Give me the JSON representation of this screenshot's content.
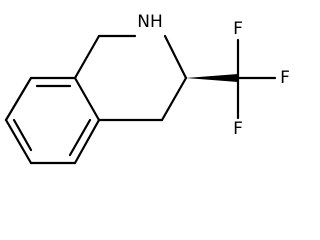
{
  "structure": {
    "atoms": {
      "nh": "NH",
      "f_top": "F",
      "f_right": "F",
      "f_bottom": "F"
    },
    "stereo_bond": "wedge"
  },
  "colors": {
    "bond": "#000000",
    "background": "#ffffff"
  }
}
